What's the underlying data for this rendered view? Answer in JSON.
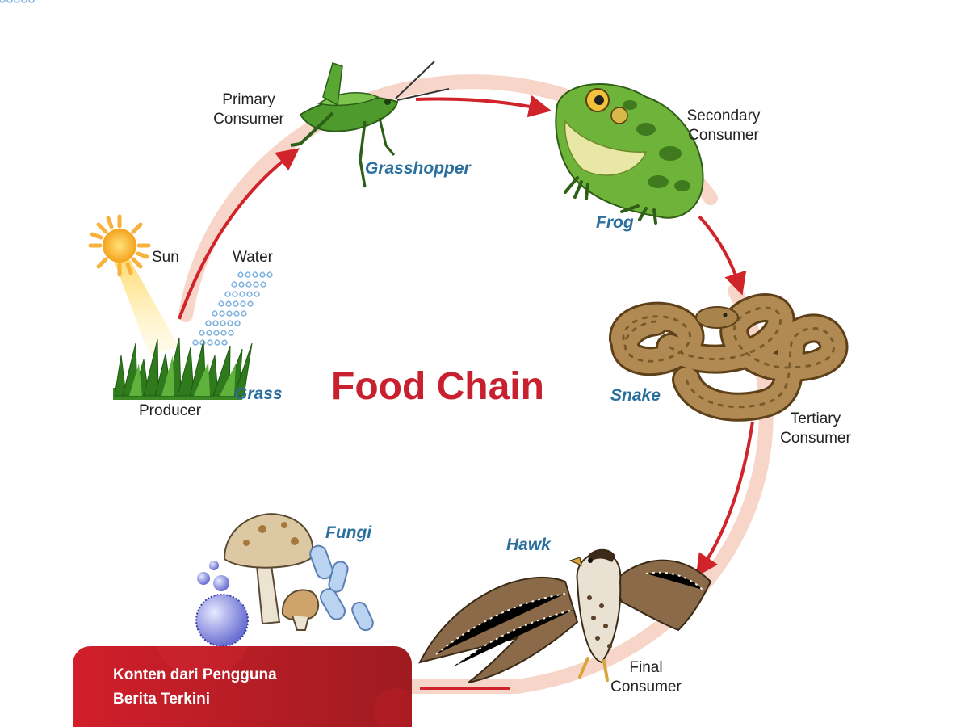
{
  "diagram": {
    "title": "Food Chain",
    "labels": {
      "sun": "Sun",
      "water": "Water",
      "producer": "Producer",
      "primary_consumer": [
        "Primary",
        "Consumer"
      ],
      "secondary_consumer": [
        "Secondary",
        "Consumer"
      ],
      "tertiary_consumer": [
        "Tertiary",
        "Consumer"
      ],
      "final_consumer": [
        "Final",
        "Consumer"
      ]
    },
    "organisms": {
      "grass": "Grass",
      "grasshopper": "Grasshopper",
      "frog": "Frog",
      "snake": "Snake",
      "hawk": "Hawk",
      "fungi": "Fungi"
    }
  },
  "banner": {
    "line1": "Konten dari Pengguna",
    "line2": "Berita Terkini"
  },
  "colors": {
    "title": "#c8202f",
    "organism_name": "#2a6f9e",
    "arrow": "#d1232a",
    "ring": "#f7d6c9",
    "banner_start": "#d11f2b",
    "banner_end": "#9e1b20"
  }
}
